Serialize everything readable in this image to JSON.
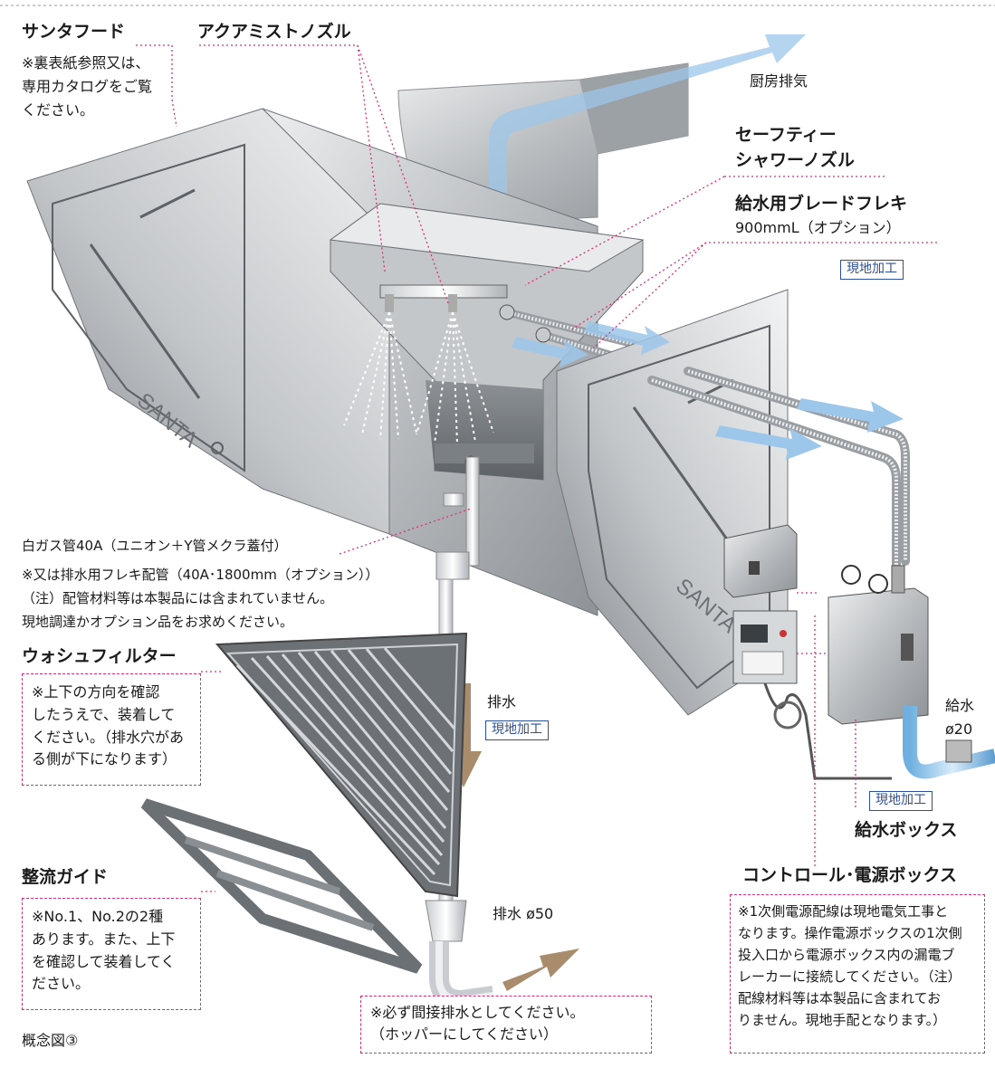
{
  "labels": {
    "santa_hood": "サンタフード",
    "santa_hood_note_1": "※裏表紙参照又は、",
    "santa_hood_note_2": "専用カタログをご覧",
    "santa_hood_note_3": "ください。",
    "aqua_mist_nozzle": "アクアミストノズル",
    "kitchen_exhaust": "厨房排気",
    "safety_shower_1": "セーフティー",
    "safety_shower_2": "シャワーノズル",
    "braided_flex": "給水用ブレードフレキ",
    "braided_flex_spec": "900mmL（オプション）",
    "on_site_work": "現地加工",
    "gas_pipe": "白ガス管40A（ユニオン＋Y管メクラ蓋付）",
    "gas_pipe_note_1": "※又は排水用フレキ配管（40A･1800mm（オプション））",
    "gas_pipe_note_2": "（注）配管材料等は本製品には含まれていません。",
    "gas_pipe_note_3": "現地調達かオプション品をお求めください。",
    "wash_filter": "ウォシュフィルター",
    "wash_filter_note": [
      "※上下の方向を確認",
      "したうえで、装着して",
      "ください。（排水穴があ",
      "る側が下になります）"
    ],
    "drain": "排水",
    "flow_guide": "整流ガイド",
    "flow_guide_note": [
      "※No.1、No.2の2種",
      "あります。また、上下",
      "を確認して装着してく",
      "ださい。"
    ],
    "drain_50": "排水 ø50",
    "drain_note_1": "※必ず間接排水としてください。",
    "drain_note_2": "（ホッパーにしてください）",
    "water_supply": "給水",
    "water_supply_size": "ø20",
    "water_box": "給水ボックス",
    "control_box": "コントロール･電源ボックス",
    "control_box_note": [
      "※1次側電源配線は現地電気工事と",
      "なります。操作電源ボックスの1次側",
      "投入口から電源ボックス内の漏電ブ",
      "レーカーに接続してください。（注）",
      "配線材料等は本製品に含まれてお",
      "りません。現地手配となります。）"
    ],
    "diagram_caption": "概念図③",
    "hood_brand": "SANTA"
  },
  "colors": {
    "leader": "#d9307a",
    "tag_border": "#2c4f9e",
    "airflow_arrow": "#9cc6ea",
    "drain_arrow": "#a88c6c",
    "steel_dark": "#7d8286",
    "steel_light": "#e4e6e7"
  }
}
